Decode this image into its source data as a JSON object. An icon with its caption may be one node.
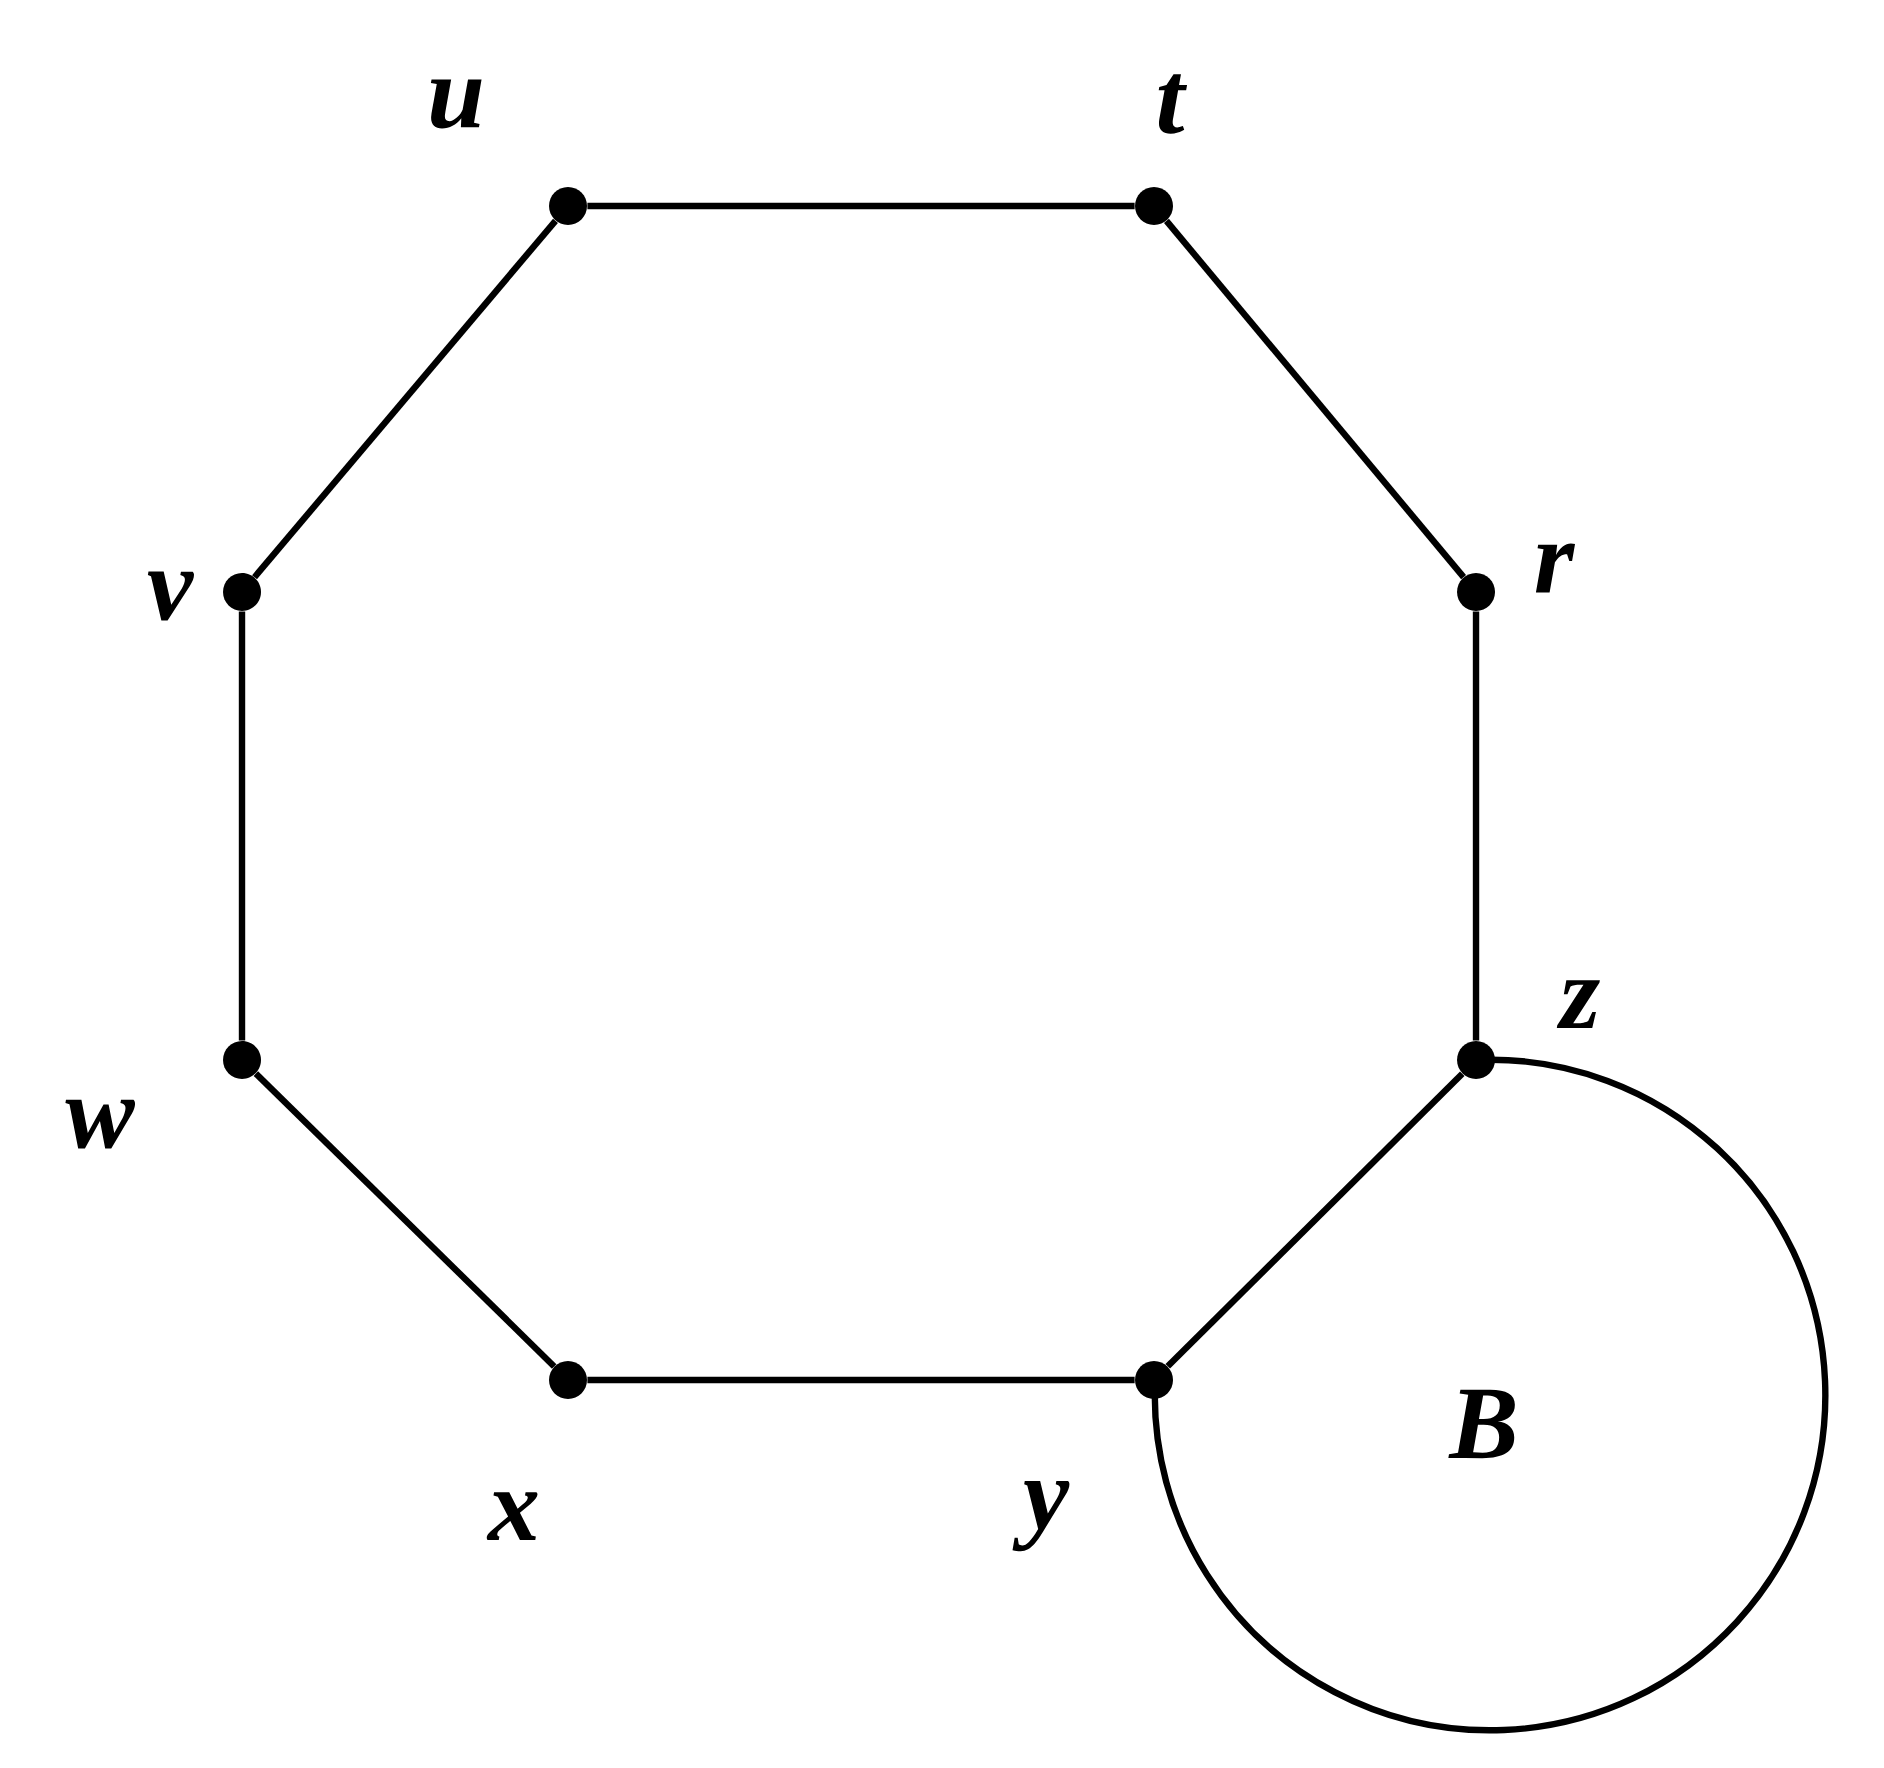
{
  "diagram": {
    "nodes": [
      {
        "text": [],
        "shape": "circle",
        "beside": [
          "u"
        ]
      },
      {
        "text": [],
        "shape": "circle",
        "beside": [
          "t"
        ]
      },
      {
        "text": [],
        "shape": "circle",
        "beside": [
          "r"
        ]
      },
      {
        "text": [],
        "shape": "circle",
        "beside": [
          "z"
        ]
      },
      {
        "text": [],
        "shape": "circle",
        "beside": [
          "y"
        ]
      },
      {
        "text": [],
        "shape": "circle",
        "beside": [
          "x"
        ]
      },
      {
        "text": [],
        "shape": "circle",
        "beside": [
          "w"
        ]
      },
      {
        "text": [],
        "shape": "circle",
        "beside": [
          "v"
        ]
      }
    ],
    "edges": [
      {
        "from": 0,
        "to": 1,
        "arrow": "none"
      },
      {
        "from": 1,
        "to": 2,
        "arrow": "none"
      },
      {
        "from": 2,
        "to": 3,
        "arrow": "none"
      },
      {
        "from": 3,
        "to": 4,
        "arrow": "none"
      },
      {
        "from": 4,
        "to": 5,
        "arrow": "none"
      },
      {
        "from": 5,
        "to": 6,
        "arrow": "none"
      },
      {
        "from": 6,
        "to": 7,
        "arrow": "none"
      },
      {
        "from": 7,
        "to": 0,
        "arrow": "none"
      },
      {
        "from": 3,
        "to": 4,
        "arrow": "none"
      }
    ],
    "labels": [
      "B"
    ]
  }
}
